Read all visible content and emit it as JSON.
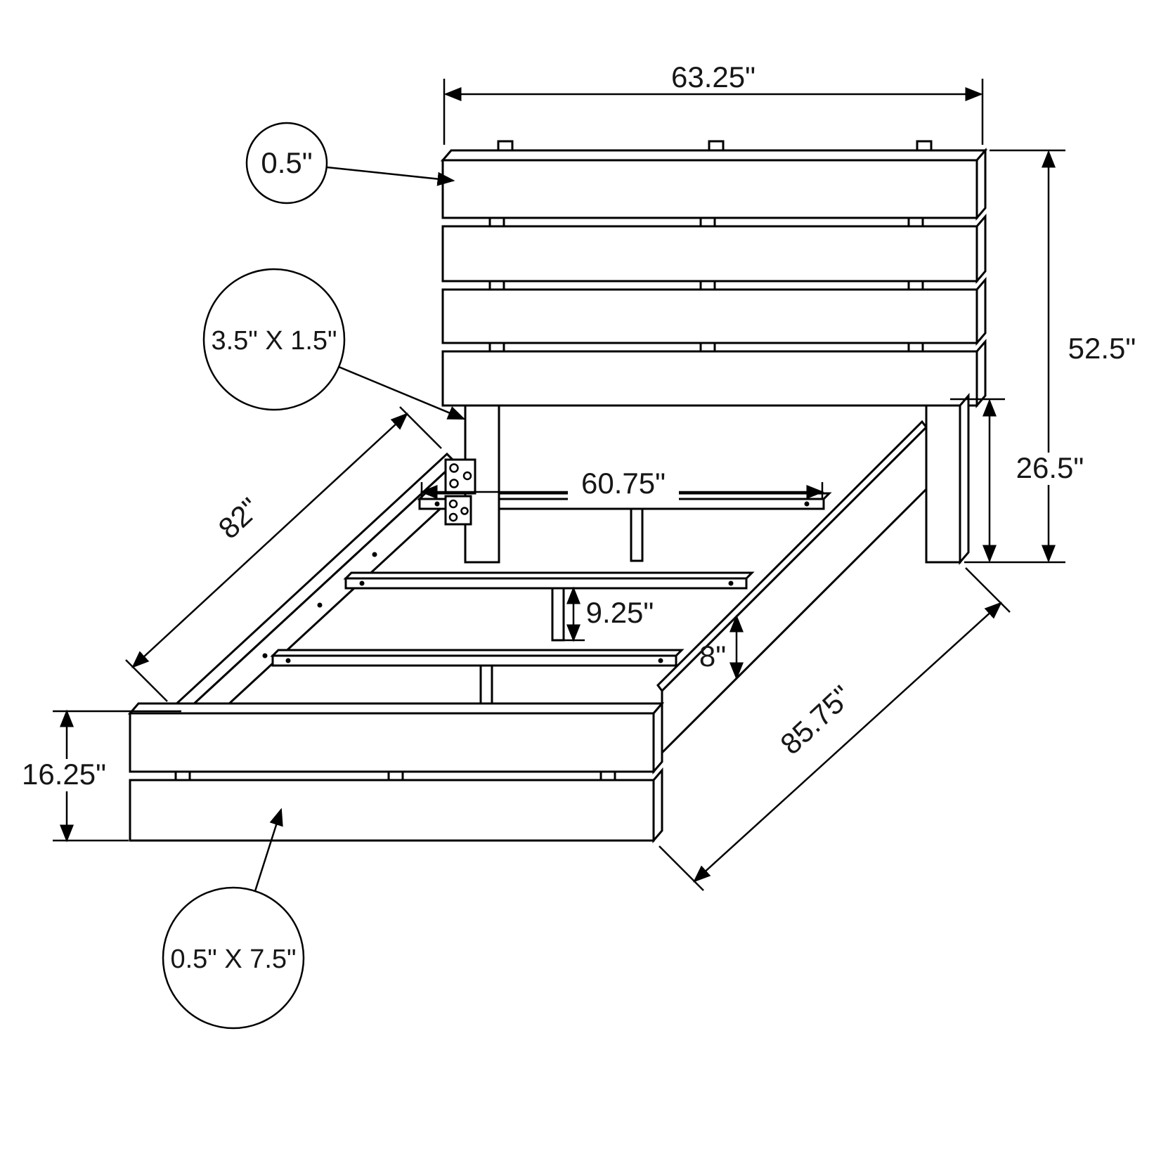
{
  "diagram": {
    "dimensions": {
      "headboard_width": "63.25\"",
      "overall_height": "52.5\"",
      "headboard_leg_height": "26.5\"",
      "slat_length": "60.75\"",
      "side_rail_length": "82\"",
      "center_support_height": "9.25\"",
      "side_rail_height": "8\"",
      "overall_length": "85.75\"",
      "footboard_height": "16.25\""
    },
    "callouts": {
      "headboard_plank_thickness": "0.5\"",
      "leg_cross_section": "3.5\" X 1.5\"",
      "footboard_plank_section": "0.5\" X 7.5\""
    },
    "colors": {
      "line": "#000000",
      "background": "#ffffff"
    }
  }
}
